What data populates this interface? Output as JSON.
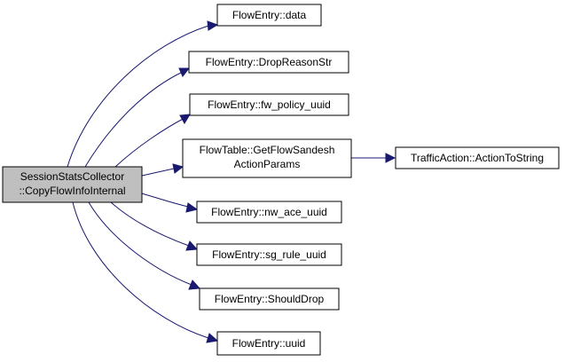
{
  "graph": {
    "root": {
      "lines": [
        "SessionStatsCollector",
        "::CopyFlowInfoInternal"
      ]
    },
    "callees": [
      {
        "id": "data",
        "lines": [
          "FlowEntry::data"
        ]
      },
      {
        "id": "drop-reason-str",
        "lines": [
          "FlowEntry::DropReasonStr"
        ]
      },
      {
        "id": "fw-policy-uuid",
        "lines": [
          "FlowEntry::fw_policy_uuid"
        ]
      },
      {
        "id": "get-flow-sandesh",
        "lines": [
          "FlowTable::GetFlowSandesh",
          "ActionParams"
        ]
      },
      {
        "id": "nw-ace-uuid",
        "lines": [
          "FlowEntry::nw_ace_uuid"
        ]
      },
      {
        "id": "sg-rule-uuid",
        "lines": [
          "FlowEntry::sg_rule_uuid"
        ]
      },
      {
        "id": "should-drop",
        "lines": [
          "FlowEntry::ShouldDrop"
        ]
      },
      {
        "id": "uuid",
        "lines": [
          "FlowEntry::uuid"
        ]
      }
    ],
    "secondary": [
      {
        "id": "action-to-string",
        "lines": [
          "TrafficAction::ActionToString"
        ],
        "from": "get-flow-sandesh"
      }
    ],
    "colors": {
      "edge": "#191970",
      "root_fill": "#bfbfbf",
      "node_fill": "#ffffff",
      "border": "#000000"
    }
  }
}
